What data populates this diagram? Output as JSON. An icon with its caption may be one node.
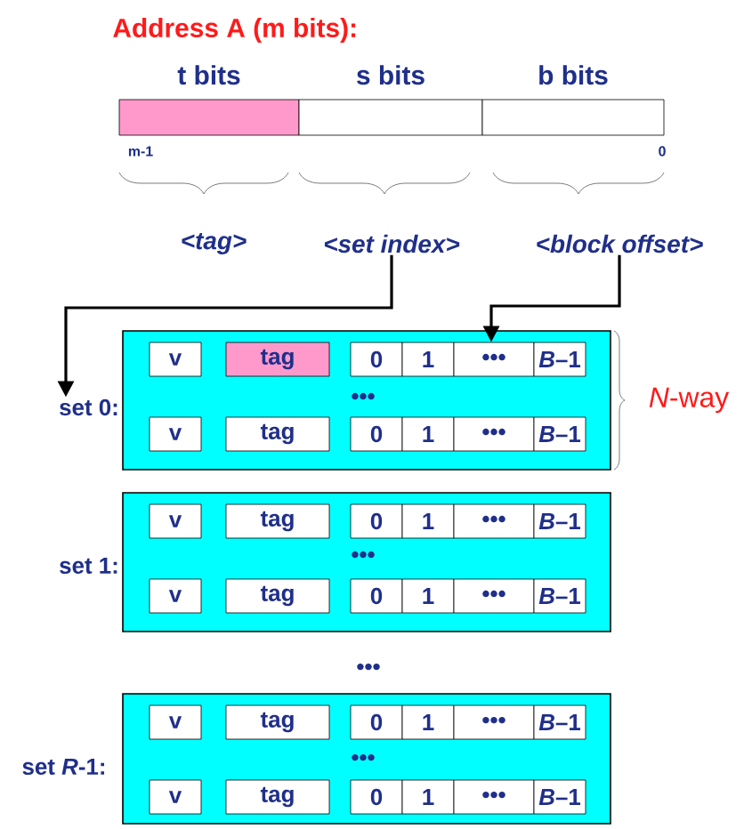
{
  "diagram": {
    "title": "Address A (m bits):",
    "nodes": [
      {
        "text": [
          "t bits"
        ]
      },
      {
        "text": [
          "s bits"
        ]
      },
      {
        "text": [
          "b bits"
        ]
      },
      {
        "text": [
          "<set index>"
        ]
      },
      {
        "text": [
          "<block offset>"
        ]
      },
      {
        "text": [
          "set 0:"
        ]
      },
      {
        "text": [],
        "shape": "box"
      },
      {
        "text": [
          "v"
        ],
        "in": 6
      },
      {
        "text": [
          "tag"
        ],
        "in": 6
      },
      {
        "text": [
          "0"
        ],
        "in": 6
      },
      {
        "text": [
          "1"
        ],
        "in": 6
      },
      {
        "text": [
          "•••"
        ],
        "in": 6
      },
      {
        "text": [
          "*B*–1"
        ],
        "in": 6
      },
      {
        "text": [
          "v"
        ],
        "in": 6
      },
      {
        "text": [
          "tag"
        ],
        "in": 6
      },
      {
        "text": [
          "0"
        ],
        "in": 6
      },
      {
        "text": [
          "1"
        ],
        "in": 6
      },
      {
        "text": [
          "•••"
        ],
        "in": 6
      },
      {
        "text": [
          "*B*–1"
        ],
        "in": 6
      },
      {
        "text": [
          "set 1:"
        ]
      },
      {
        "text": [],
        "shape": "box"
      },
      {
        "text": [
          "v"
        ],
        "in": 20
      },
      {
        "text": [
          "tag"
        ],
        "in": 20
      },
      {
        "text": [
          "0"
        ],
        "in": 20
      },
      {
        "text": [
          "1"
        ],
        "in": 20
      },
      {
        "text": [
          "•••"
        ],
        "in": 20
      },
      {
        "text": [
          "*B*–1"
        ],
        "in": 20
      },
      {
        "text": [
          "v"
        ],
        "in": 20
      },
      {
        "text": [
          "tag"
        ],
        "in": 20
      },
      {
        "text": [
          "0"
        ],
        "in": 20
      },
      {
        "text": [
          "1"
        ],
        "in": 20
      },
      {
        "text": [
          "•••"
        ],
        "in": 20
      },
      {
        "text": [
          "*B*–1"
        ],
        "in": 20
      },
      {
        "text": [
          "set *R*-1:"
        ]
      },
      {
        "text": [],
        "shape": "box"
      },
      {
        "text": [
          "v"
        ],
        "in": 34
      },
      {
        "text": [
          "tag"
        ],
        "in": 34
      },
      {
        "text": [
          "0"
        ],
        "in": 34
      },
      {
        "text": [
          "1"
        ],
        "in": 34
      },
      {
        "text": [
          "•••"
        ],
        "in": 34
      },
      {
        "text": [
          "*B*–1"
        ],
        "in": 34
      },
      {
        "text": [
          "v"
        ],
        "in": 34
      },
      {
        "text": [
          "tag"
        ],
        "in": 34
      },
      {
        "text": [
          "0"
        ],
        "in": 34
      },
      {
        "text": [
          "1"
        ],
        "in": 34
      },
      {
        "text": [
          "•••"
        ],
        "in": 34
      },
      {
        "text": [
          "*B*–1"
        ],
        "in": 34
      }
    ],
    "edges": [
      {
        "from": 3,
        "to": 5,
        "arrow": "to"
      },
      {
        "from": 4,
        "to": 11,
        "arrow": "to"
      }
    ],
    "labels": [
      "m-1",
      "0",
      "<tag>",
      "•••",
      "*N*-way",
      "•••",
      "•••",
      "•••"
    ]
  }
}
